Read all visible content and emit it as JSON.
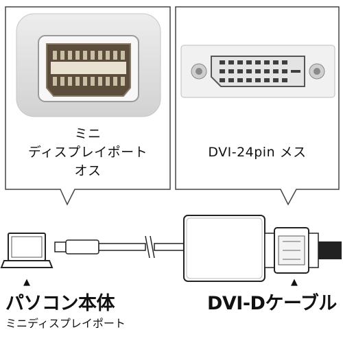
{
  "left_callout": {
    "caption_lines": [
      "ミニ",
      "ディスプレイポート",
      "オス"
    ],
    "image_icon": "mini-displayport-connector-icon"
  },
  "right_callout": {
    "caption": "DVI-24pin メス",
    "image_icon": "dvi-female-port-icon"
  },
  "diagram": {
    "laptop_icon": "laptop-icon",
    "adapter_icon": "adapter-box-icon",
    "dvi_plug_icon": "dvi-male-plug-icon",
    "arrow_glyph": "▲"
  },
  "labels": {
    "pc_title": "パソコン本体",
    "pc_subtitle": "ミニディスプレイポート",
    "dvi_title": "DVI-Dケーブル"
  }
}
